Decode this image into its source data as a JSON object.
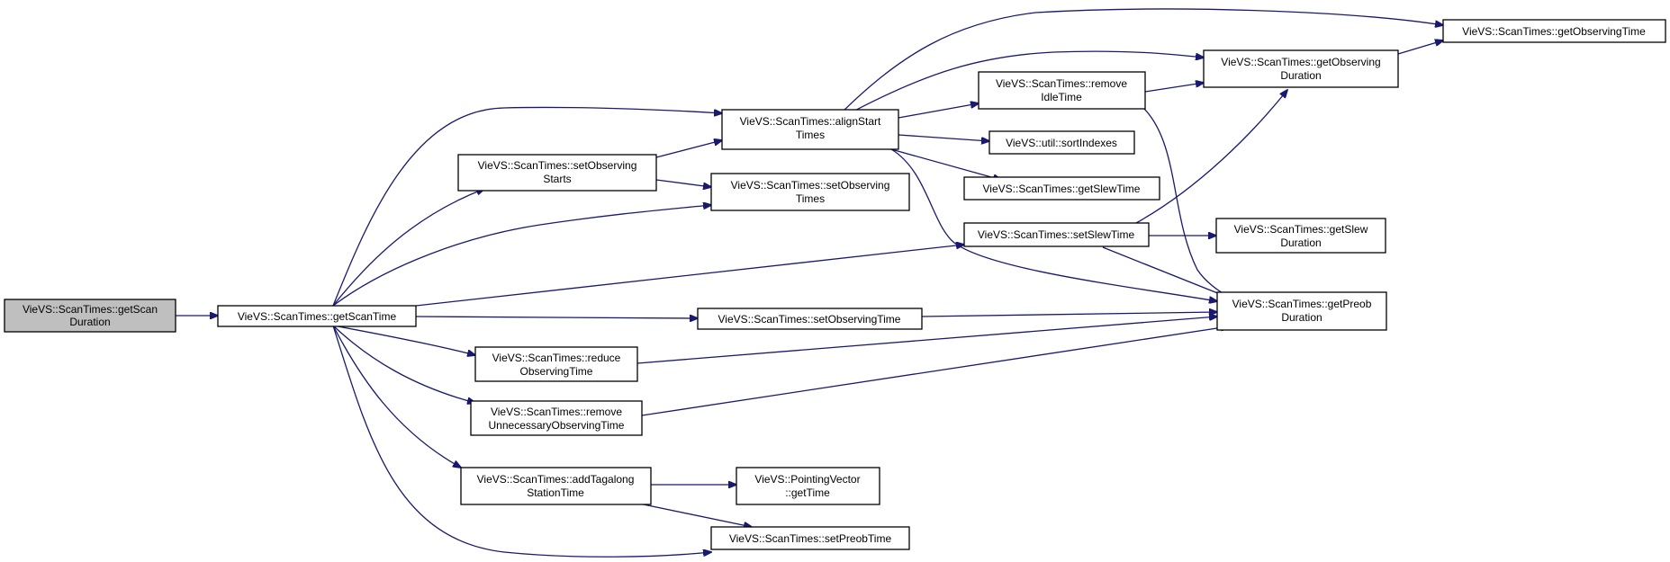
{
  "colors": {
    "edge": "#191970",
    "node_border": "#000000",
    "root_fill": "#bfbfbf",
    "node_fill": "#ffffff"
  },
  "nodes": {
    "getScanDuration": [
      "VieVS::ScanTimes::getScan",
      "Duration"
    ],
    "getScanTime": [
      "VieVS::ScanTimes::getScanTime"
    ],
    "alignStartTimes": [
      "VieVS::ScanTimes::alignStart",
      "Times"
    ],
    "setObservingStarts": [
      "VieVS::ScanTimes::setObserving",
      "Starts"
    ],
    "setObservingTimes": [
      "VieVS::ScanTimes::setObserving",
      "Times"
    ],
    "setObservingTime": [
      "VieVS::ScanTimes::setObservingTime"
    ],
    "reduceObservingTime": [
      "VieVS::ScanTimes::reduce",
      "ObservingTime"
    ],
    "removeUnnecessaryObservingTime": [
      "VieVS::ScanTimes::remove",
      "UnnecessaryObservingTime"
    ],
    "addTagalongStationTime": [
      "VieVS::ScanTimes::addTagalong",
      "StationTime"
    ],
    "setPreobTime": [
      "VieVS::ScanTimes::setPreobTime"
    ],
    "pointingVectorGetTime": [
      "VieVS::PointingVector",
      "::getTime"
    ],
    "removeIdleTime": [
      "VieVS::ScanTimes::remove",
      "IdleTime"
    ],
    "sortIndexes": [
      "VieVS::util::sortIndexes"
    ],
    "getSlewTime": [
      "VieVS::ScanTimes::getSlewTime"
    ],
    "setSlewTime": [
      "VieVS::ScanTimes::setSlewTime"
    ],
    "getObservingTime": [
      "VieVS::ScanTimes::getObservingTime"
    ],
    "getObservingDuration": [
      "VieVS::ScanTimes::getObserving",
      "Duration"
    ],
    "getSlewDuration": [
      "VieVS::ScanTimes::getSlew",
      "Duration"
    ],
    "getPreobDuration": [
      "VieVS::ScanTimes::getPreob",
      "Duration"
    ]
  }
}
